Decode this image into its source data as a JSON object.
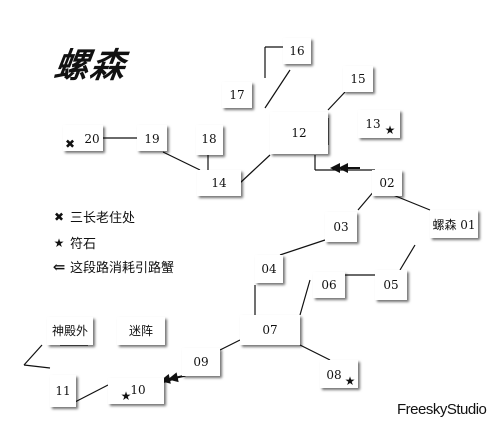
{
  "title": "螺森",
  "brand": "FreeskyStudio",
  "legend": [
    {
      "symbol": "✖",
      "label": "三长老住处"
    },
    {
      "symbol": "★",
      "label": "符石"
    },
    {
      "symbol": "⇐",
      "label": "这段路消耗引路蟹"
    }
  ],
  "nodes": [
    {
      "id": "16",
      "label": "16"
    },
    {
      "id": "17",
      "label": "17"
    },
    {
      "id": "15",
      "label": "15"
    },
    {
      "id": "20",
      "label": "20"
    },
    {
      "id": "19",
      "label": "19"
    },
    {
      "id": "18",
      "label": "18"
    },
    {
      "id": "12",
      "label": "12"
    },
    {
      "id": "13",
      "label": "13"
    },
    {
      "id": "14",
      "label": "14"
    },
    {
      "id": "02",
      "label": "02"
    },
    {
      "id": "03",
      "label": "03"
    },
    {
      "id": "01",
      "label": "螺森 01"
    },
    {
      "id": "04",
      "label": "04"
    },
    {
      "id": "06",
      "label": "06"
    },
    {
      "id": "05",
      "label": "05"
    },
    {
      "id": "sdw",
      "label": "神殿外"
    },
    {
      "id": "mz",
      "label": "迷阵"
    },
    {
      "id": "07",
      "label": "07"
    },
    {
      "id": "09",
      "label": "09"
    },
    {
      "id": "11",
      "label": "11"
    },
    {
      "id": "10",
      "label": "10"
    },
    {
      "id": "08",
      "label": "08"
    }
  ],
  "markers": {
    "20": "✖",
    "13": "★",
    "10": "★",
    "08": "★"
  }
}
